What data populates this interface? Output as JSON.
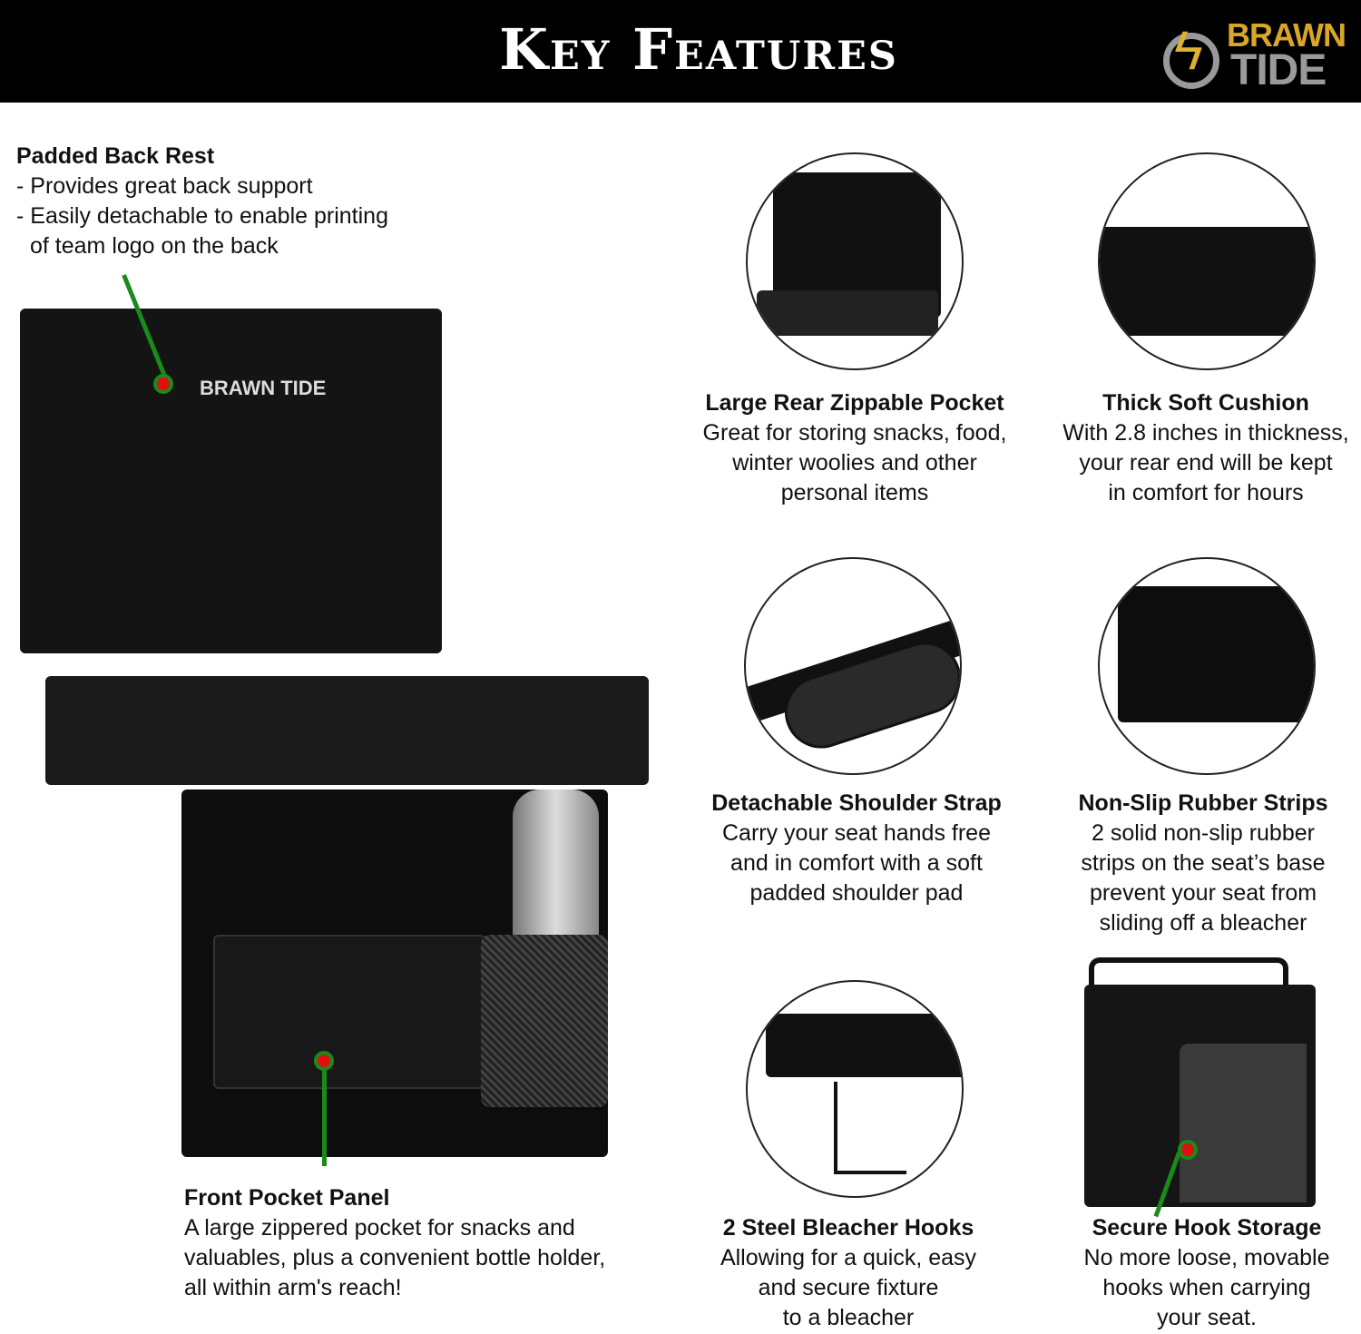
{
  "header": {
    "title": "Key Features",
    "logo_text": [
      "BRAWN",
      "TIDE"
    ]
  },
  "chair_logo": "BRAWN TIDE",
  "features": {
    "back_rest": {
      "title": "Padded Back Rest",
      "lines": [
        "- Provides great back support",
        "- Easily detachable to enable printing",
        "  of team logo on the back"
      ]
    },
    "front_pocket": {
      "title": "Front Pocket Panel",
      "lines": [
        "A large zippered pocket for snacks and",
        "valuables, plus a convenient bottle holder,",
        "all within arm's reach!"
      ]
    },
    "rear_pocket": {
      "title": "Large Rear Zippable Pocket",
      "lines": [
        "Great for storing snacks, food,",
        "winter woolies and other",
        "personal items"
      ]
    },
    "cushion": {
      "title": "Thick Soft Cushion",
      "lines": [
        "With 2.8 inches in thickness,",
        "your rear end will be kept",
        "in comfort for hours"
      ]
    },
    "strap": {
      "title": "Detachable Shoulder Strap",
      "lines": [
        "Carry your seat hands free",
        "and in comfort with a soft",
        "padded shoulder pad"
      ]
    },
    "rubber": {
      "title": "Non-Slip Rubber Strips",
      "lines": [
        "2 solid non-slip rubber",
        "strips on the seat’s base",
        "prevent your seat from",
        "sliding off a bleacher"
      ]
    },
    "hooks": {
      "title": "2 Steel Bleacher Hooks",
      "lines": [
        "Allowing for a quick, easy",
        "and secure fixture",
        "to a bleacher"
      ]
    },
    "storage": {
      "title": "Secure Hook Storage",
      "lines": [
        "No more loose, movable",
        "hooks when carrying",
        "your seat."
      ]
    }
  },
  "colors": {
    "accent_green": "#1a8a1a",
    "dot_red": "#e01010",
    "logo_gold": "#d9a62a"
  }
}
